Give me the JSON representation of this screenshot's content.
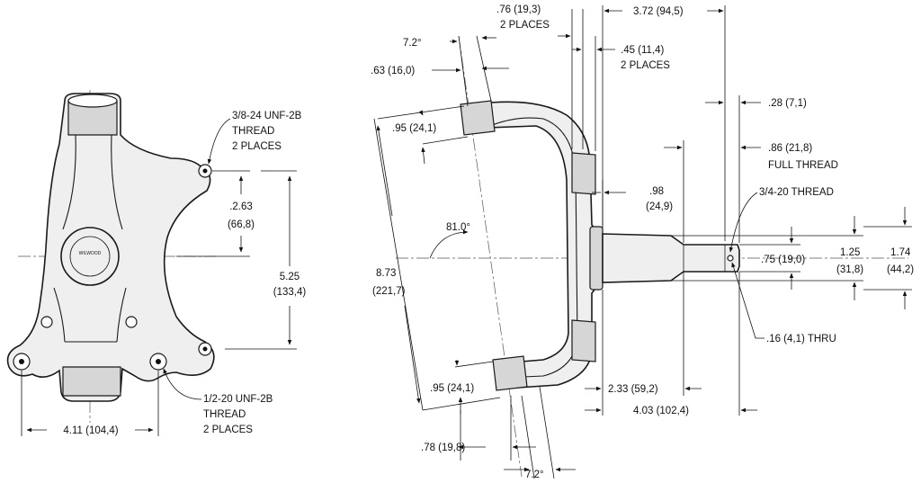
{
  "front_view": {
    "upper_thread": [
      "3/8-24 UNF-2B",
      "THREAD",
      "2 PLACES"
    ],
    "lower_thread": [
      "1/2-20 UNF-2B",
      "THREAD",
      "2 PLACES"
    ],
    "dim_upper_spacing": [
      ".2.63",
      "(66,8)"
    ],
    "dim_vertical_spacing": [
      "5.25",
      "(133,4)"
    ],
    "dim_lower_width": "4.11 (104,4)"
  },
  "side_view": {
    "dim_top_boss": [
      ".76 (19,3)",
      "2 PLACES"
    ],
    "dim_top_width": "3.72 (94,5)",
    "dim_top_ear": [
      ".45 (11,4)",
      "2 PLACES"
    ],
    "angle_top": "7.2°",
    "dim_top_offset": ".63 (16,0)",
    "dim_upper_boss": ".95 (24,1)",
    "dim_thread_len": ".28 (7,1)",
    "dim_full_thread": [
      ".86 (21,8)",
      "FULL THREAD"
    ],
    "thread_spec": "3/4-20 THREAD",
    "dim_hub_offset": [
      ".98",
      "(24,9)"
    ],
    "angle_center": "81.0°",
    "dim_height": [
      "8.73",
      "(221,7)"
    ],
    "dim_spindle_dia1": [
      "1.25",
      "(31,8)"
    ],
    "dim_spindle_dia2": [
      "1.74",
      "(44,2)"
    ],
    "dim_spindle_end": ".75 (19,0)",
    "hole_thru": ".16 (4,1) THRU",
    "dim_lower_boss": ".95 (24,1)",
    "dim_spindle_len1": "2.33 (59,2)",
    "dim_spindle_len2": "4.03 (102,4)",
    "dim_bottom_offset": ".78 (19,8)",
    "angle_bottom": "7.2°"
  }
}
